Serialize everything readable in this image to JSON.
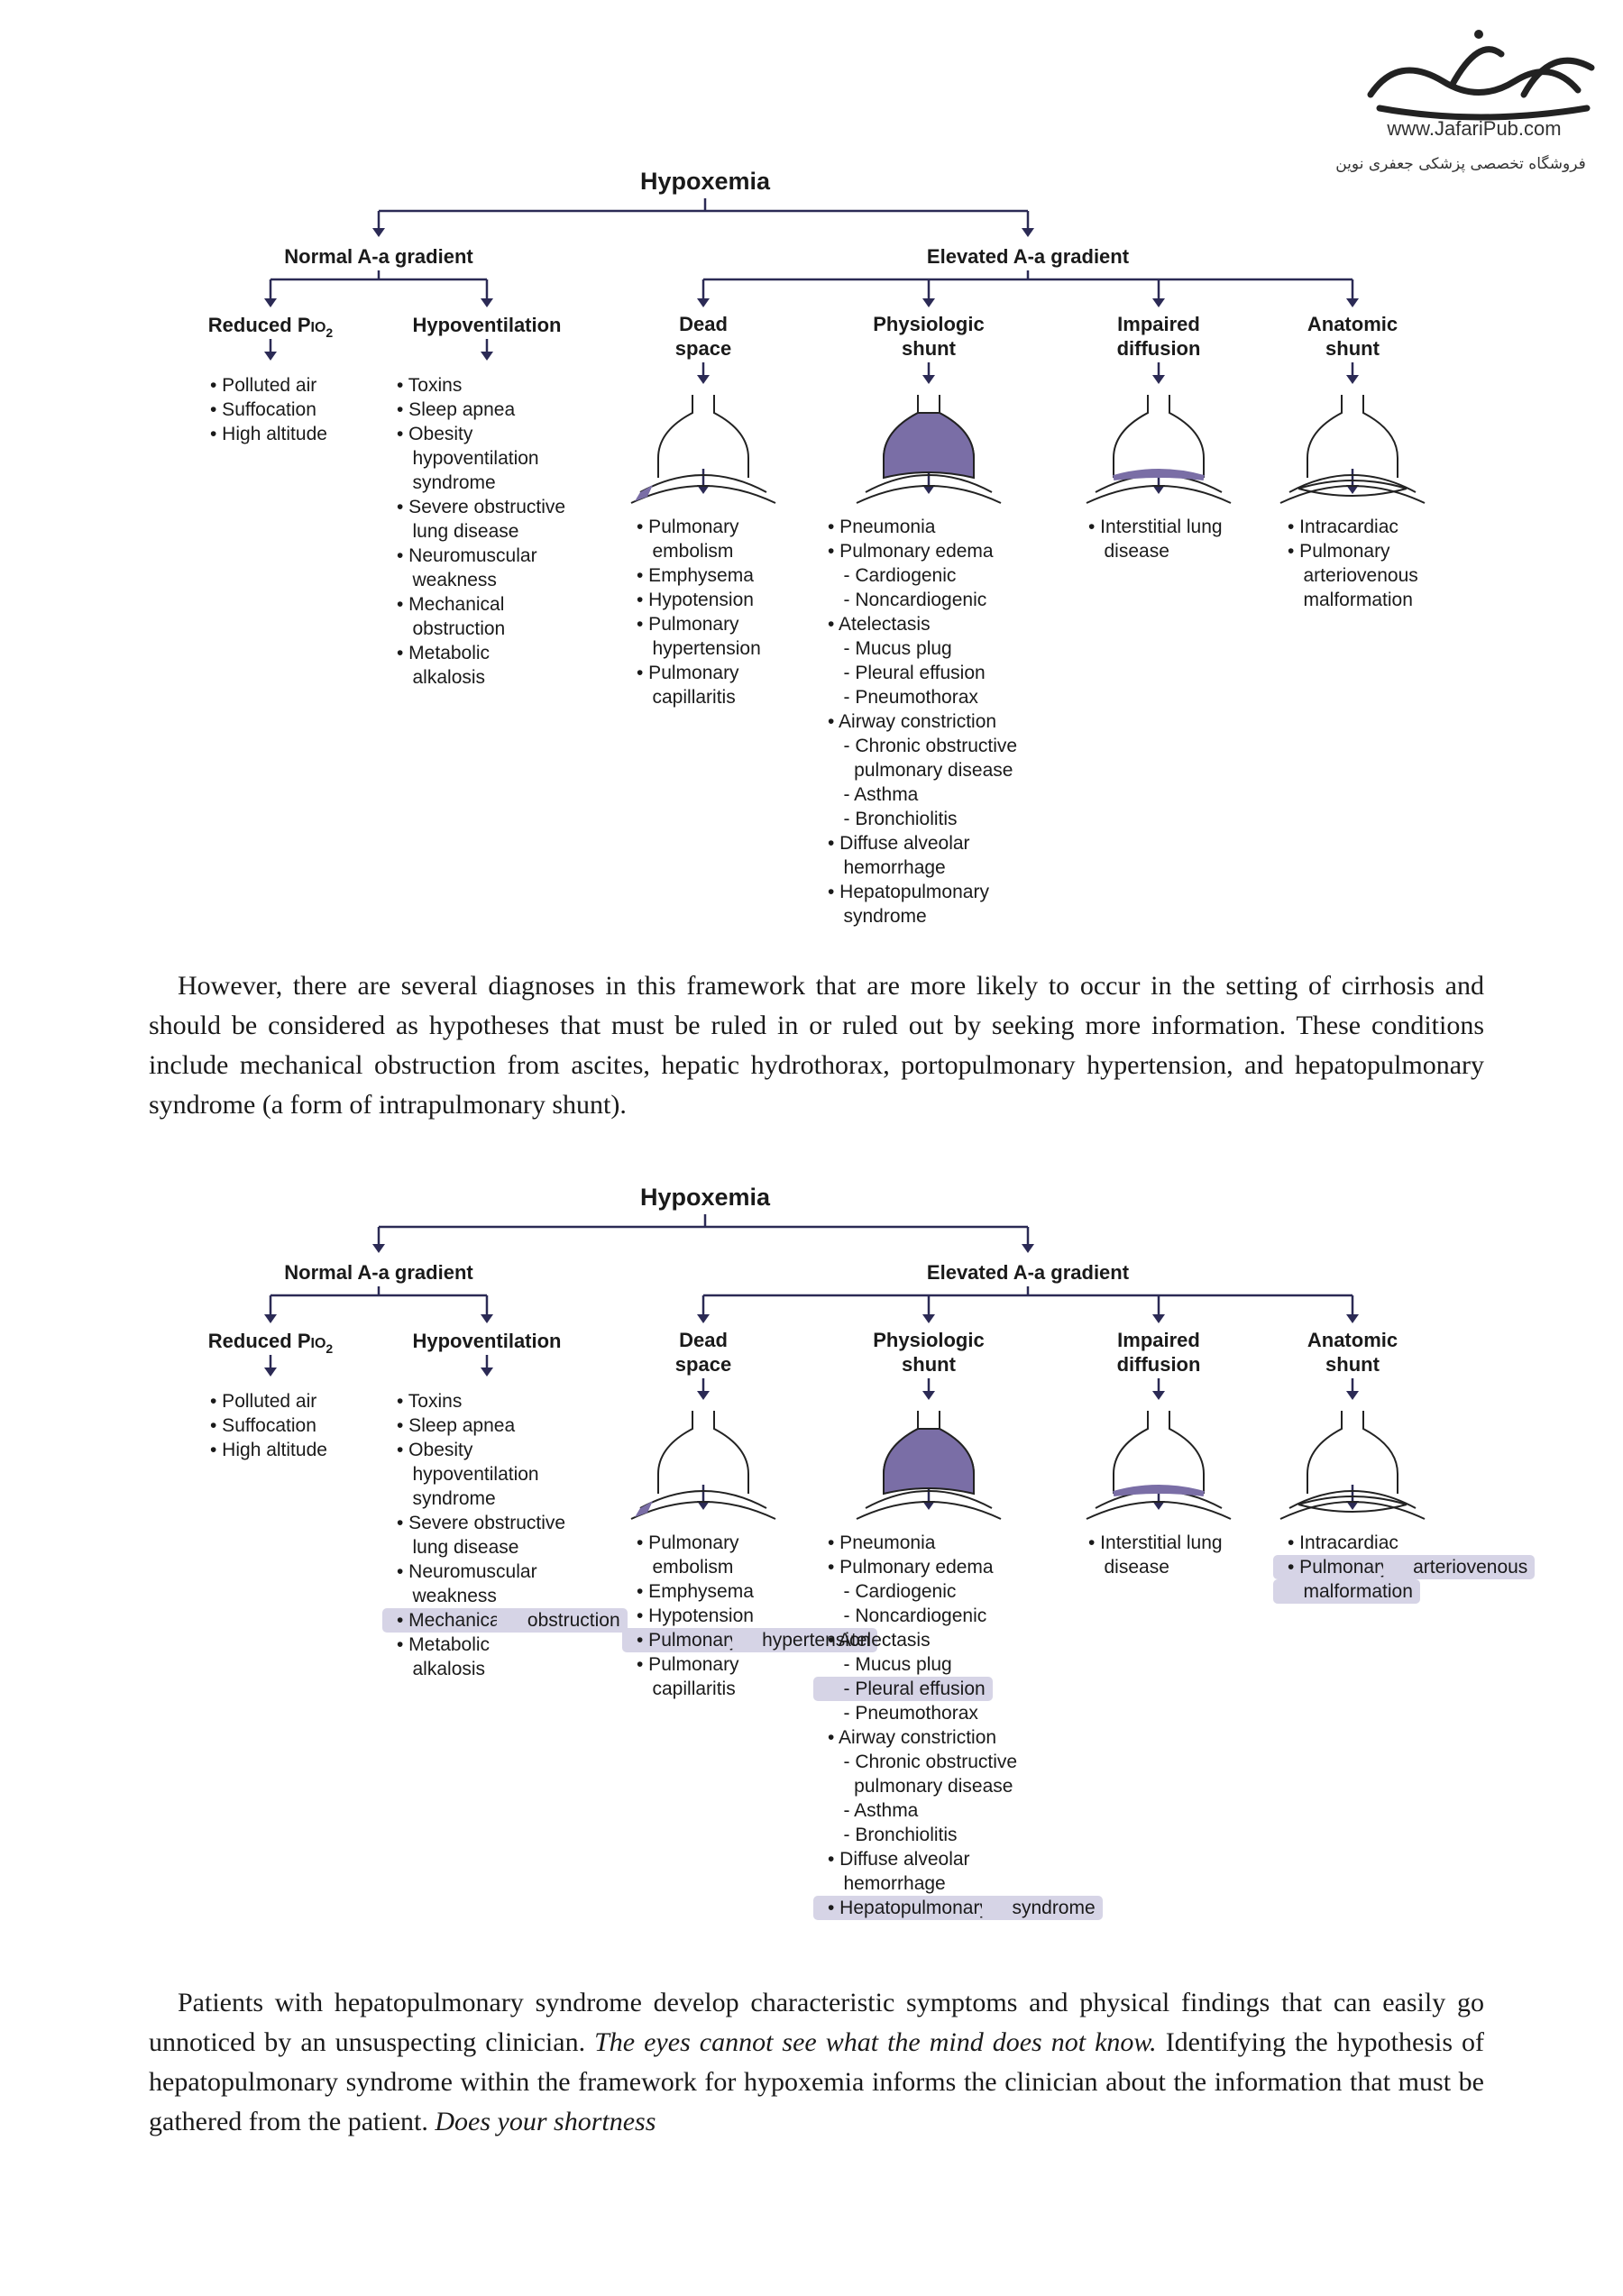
{
  "watermark": {
    "url": "www.JafariPub.com",
    "subtitle": "فروشگاه تخصصی پزشکی جعفری نوین"
  },
  "colors": {
    "line": "#2b2a55",
    "fill": "#7a6ea6",
    "highlight": "#d6d4e6"
  },
  "diagram": {
    "title": "Hypoxemia",
    "normal": "Normal A-a gradient",
    "elevated": "Elevated A-a gradient",
    "reduced_pio2": {
      "main": "Reduced P",
      "sub": "IO",
      "sub2": "2"
    },
    "hypoventilation": "Hypoventilation",
    "dead_space": [
      "Dead",
      "space"
    ],
    "physiologic_shunt": [
      "Physiologic",
      "shunt"
    ],
    "impaired_diffusion": [
      "Impaired",
      "diffusion"
    ],
    "anatomic_shunt": [
      "Anatomic",
      "shunt"
    ],
    "list_reduced": [
      "• Polluted air",
      "• Suffocation",
      "• High altitude"
    ],
    "list_hypo": [
      "• Toxins",
      "• Sleep apnea",
      "• Obesity",
      "   hypoventilation",
      "   syndrome",
      "• Severe obstructive",
      "   lung disease",
      "• Neuromuscular",
      "   weakness",
      "• Mechanical",
      "   obstruction",
      "• Metabolic",
      "   alkalosis"
    ],
    "list_dead": [
      "• Pulmonary",
      "   embolism",
      "• Emphysema",
      "• Hypotension",
      "• Pulmonary",
      "   hypertension",
      "• Pulmonary",
      "   capillaritis"
    ],
    "list_phys": [
      "• Pneumonia",
      "• Pulmonary edema",
      "   - Cardiogenic",
      "   - Noncardiogenic",
      "• Atelectasis",
      "   - Mucus plug",
      "   - Pleural effusion",
      "   - Pneumothorax",
      "• Airway constriction",
      "   - Chronic obstructive",
      "     pulmonary disease",
      "   - Asthma",
      "   - Bronchiolitis",
      "• Diffuse alveolar",
      "   hemorrhage",
      "• Hepatopulmonary",
      "   syndrome"
    ],
    "list_diff": [
      "• Interstitial lung",
      "   disease"
    ],
    "list_anat": [
      "• Intracardiac",
      "• Pulmonary",
      "   arteriovenous",
      "   malformation"
    ]
  },
  "paragraph1": "However, there are several diagnoses in this framework that are more likely to occur in the setting of cirrhosis and should be considered as hypotheses that must be ruled in or ruled out by seeking more information. These conditions include mechanical obstruction from ascites, hepatic hydrothorax, portopulmonary hypertension, and hepatopulmonary syndrome (a form of intrapulmonary shunt).",
  "paragraph2": {
    "part1": "Patients with hepatopulmonary syndrome develop characteristic symptoms and physical findings that can easily go unnoticed by an unsuspecting clinician. ",
    "italic1": "The eyes cannot see what the mind does not know.",
    "part2": " Identifying the hypothesis of hepatopulmonary syndrome within the framework for hypoxemia informs the clinician about the information that must be gathered from the patient. ",
    "italic2": "Does your shortness"
  }
}
